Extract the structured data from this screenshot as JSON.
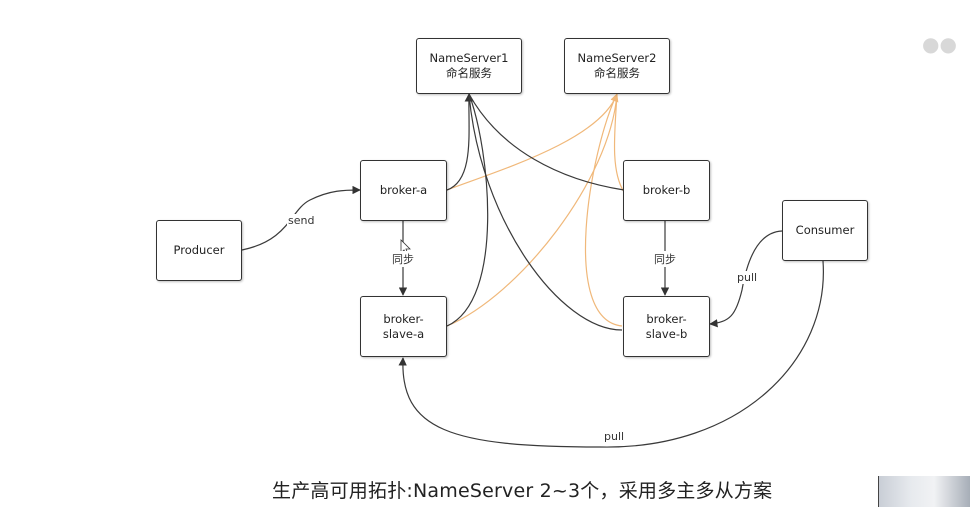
{
  "nodes": {
    "nameserver1": {
      "line1": "NameServer1",
      "line2": "命名服务"
    },
    "nameserver2": {
      "line1": "NameServer2",
      "line2": "命名服务"
    },
    "broker_a": {
      "label": "broker-a"
    },
    "broker_b": {
      "label": "broker-b"
    },
    "producer": {
      "label": "Producer"
    },
    "consumer": {
      "label": "Consumer"
    },
    "broker_slave_a": {
      "line1": "broker-",
      "line2": "slave-a"
    },
    "broker_slave_b": {
      "line1": "broker-",
      "line2": "slave-b"
    }
  },
  "edge_labels": {
    "send": "send",
    "sync_a": "同步",
    "sync_b": "同步",
    "pull_b": "pull",
    "pull_a": "pull"
  },
  "caption": "生产高可用拓扑:NameServer 2~3个，采用多主多从方案",
  "colors": {
    "dark_edge": "#3a3a3a",
    "orange_edge": "#f0b87a"
  }
}
